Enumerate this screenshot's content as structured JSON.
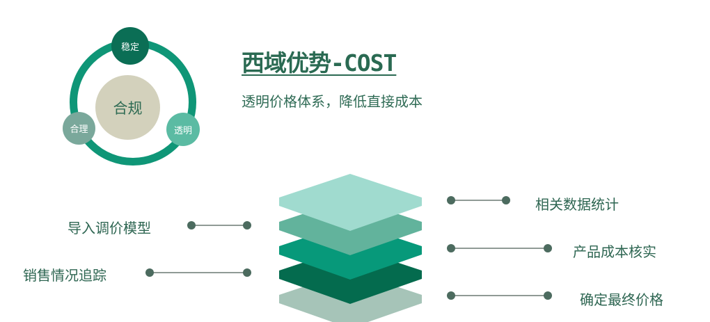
{
  "cycle": {
    "center": "合规",
    "top": "稳定",
    "left": "合理",
    "right": "透明"
  },
  "title": "西域优势-COST",
  "subtitle": "透明价格体系，降低直接成本",
  "left_labels": [
    "导入调价模型",
    "销售情况追踪"
  ],
  "right_labels": [
    "相关数据统计",
    "产品成本核实",
    "确定最终价格"
  ],
  "layers": {
    "colors": [
      "#a0dbcf",
      "#62b39c",
      "#07997a",
      "#046b4e",
      "#a6c4b8"
    ]
  }
}
